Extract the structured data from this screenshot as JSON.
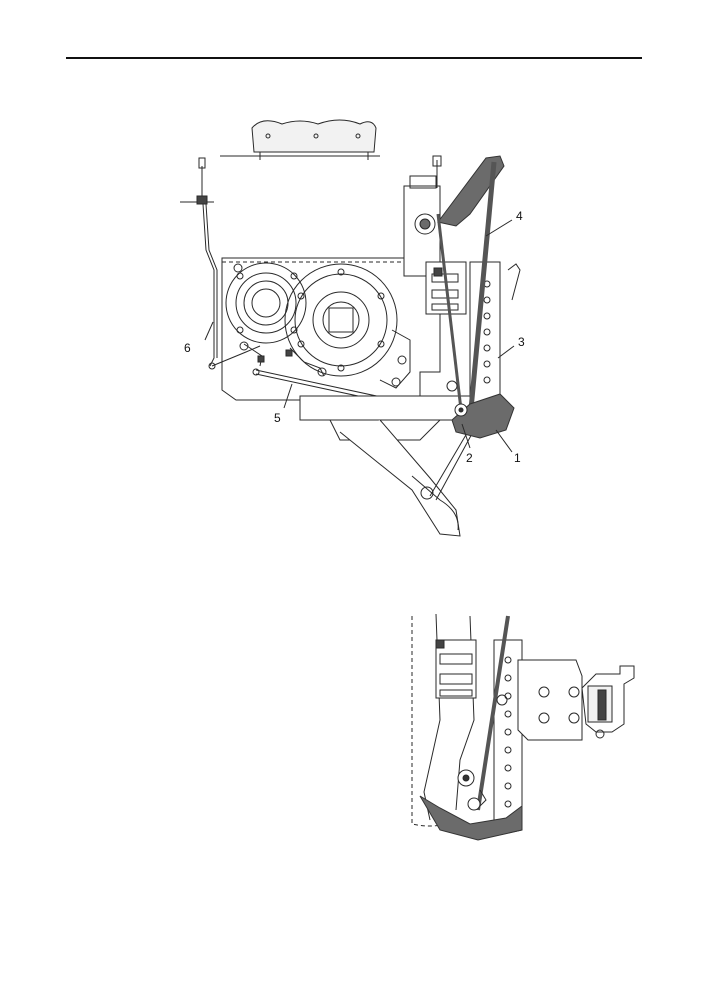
{
  "figure_top": {
    "callouts": [
      {
        "id": "1",
        "label": "1"
      },
      {
        "id": "2",
        "label": "2"
      },
      {
        "id": "3",
        "label": "3"
      },
      {
        "id": "4",
        "label": "4"
      },
      {
        "id": "5",
        "label": "5"
      },
      {
        "id": "6",
        "label": "6"
      }
    ]
  },
  "colors": {
    "line": "#2a2a2a",
    "highlight": "#6b6b6b",
    "light_fill": "#f2f2f2",
    "background": "#ffffff"
  }
}
